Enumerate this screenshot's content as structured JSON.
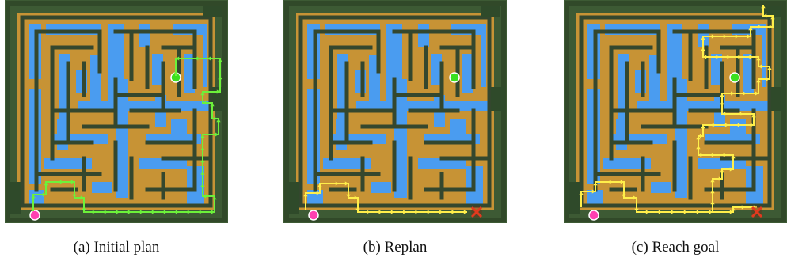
{
  "panels": [
    {
      "caption": "(a) Initial plan",
      "path_color": "#6cf23a",
      "marker": "none"
    },
    {
      "caption": "(b) Replan",
      "path_color": "#ffef4a",
      "marker": "cross"
    },
    {
      "caption": "(c) Reach goal",
      "path_color": "#ffef4a",
      "marker": "cross"
    }
  ],
  "colors": {
    "water": "#4a9cf0",
    "floor": "#c79335",
    "wall": "#34472e",
    "goal_dot": "#3adf1f",
    "start_dot": "#ff3fb1",
    "cross": "#e23a1e"
  },
  "icons": {
    "start": "start-marker-icon",
    "goal": "goal-marker-icon",
    "cross": "cross-icon"
  }
}
